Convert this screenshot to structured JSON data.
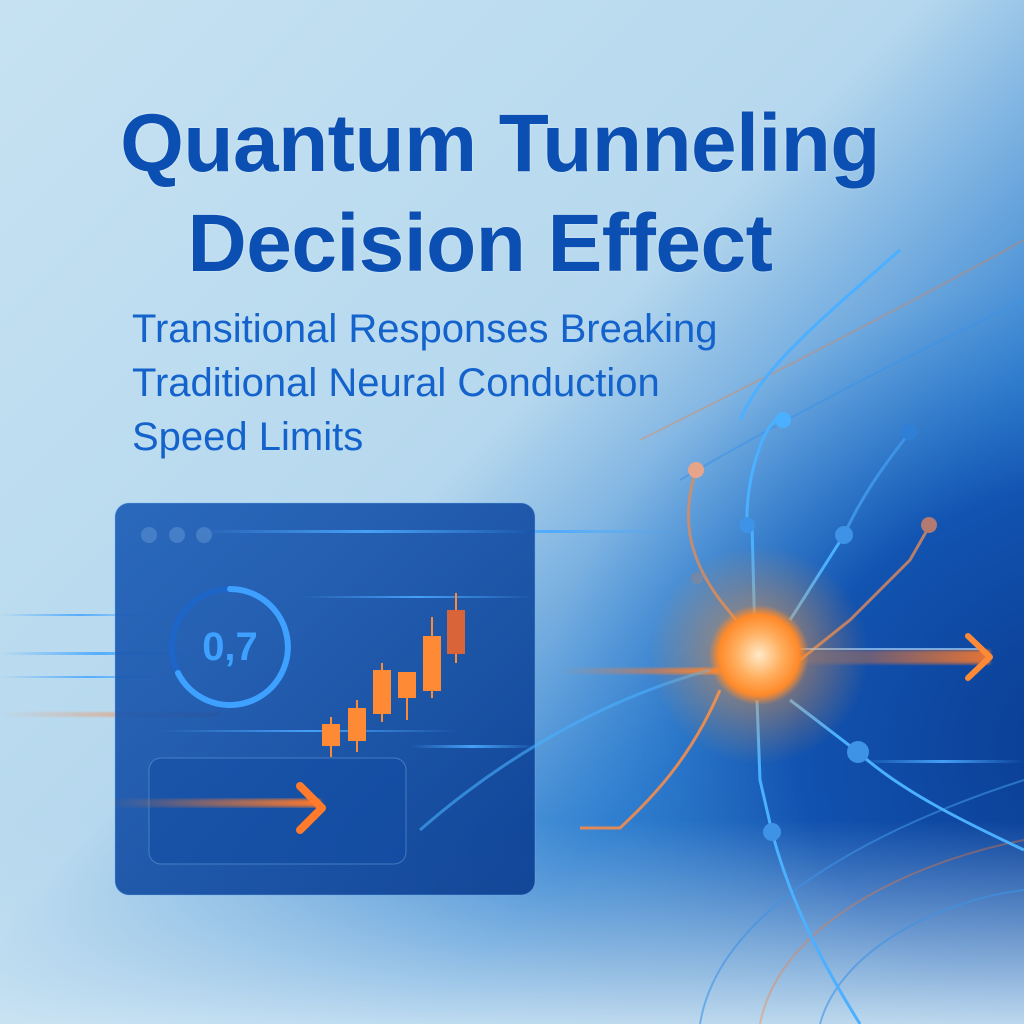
{
  "header": {
    "title_line1": "Quantum Tunneling",
    "title_line2": "Decision Effect"
  },
  "subtitle": {
    "line1": "Transitional Responses Breaking",
    "line2": "Traditional Neural Conduction",
    "line3": "Speed Limits"
  },
  "panel": {
    "window_dots": 3,
    "gauge_value": "0,7",
    "candlesticks_count": 6,
    "arrow_icon": "arrow-right-icon"
  },
  "neuron": {
    "core_icon": "glowing-node-icon",
    "output_arrow_icon": "arrow-right-icon"
  },
  "colors": {
    "title": "#0b4fb3",
    "subtitle": "#1463cc",
    "background_light": "#bcdcef",
    "background_dark": "#0a3f96",
    "accent_orange": "#ff7a2a",
    "accent_blue": "#3ea0ff"
  }
}
